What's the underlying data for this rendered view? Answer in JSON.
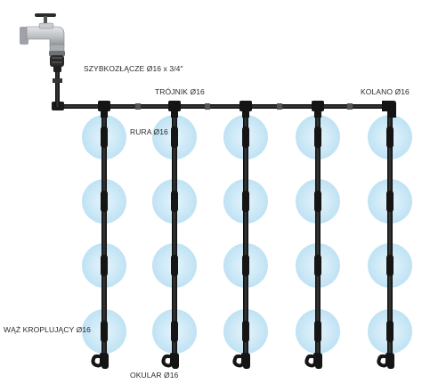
{
  "labels": {
    "connector": "SZYBKOZŁĄCZE Ø16 x 3/4\"",
    "tee": "TRÓJNIK Ø16",
    "elbow": "KOLANO Ø16",
    "pipe": "RURA Ø16",
    "drip_hose": "WĄŻ KROPLUJĄCY Ø16",
    "end_cap": "OKULAR Ø16"
  },
  "colors": {
    "pipe": "#1b1b1b",
    "wet_zone": "#cfe9f7",
    "tap_body": "#bfc2c5",
    "tap_shadow": "#8d9094",
    "connector_gray": "#9a9ea2",
    "label": "#2a2a2a"
  },
  "layout": {
    "branch_lines": 5,
    "emitters_per_line": 4,
    "tap_icon": "faucet-icon"
  }
}
